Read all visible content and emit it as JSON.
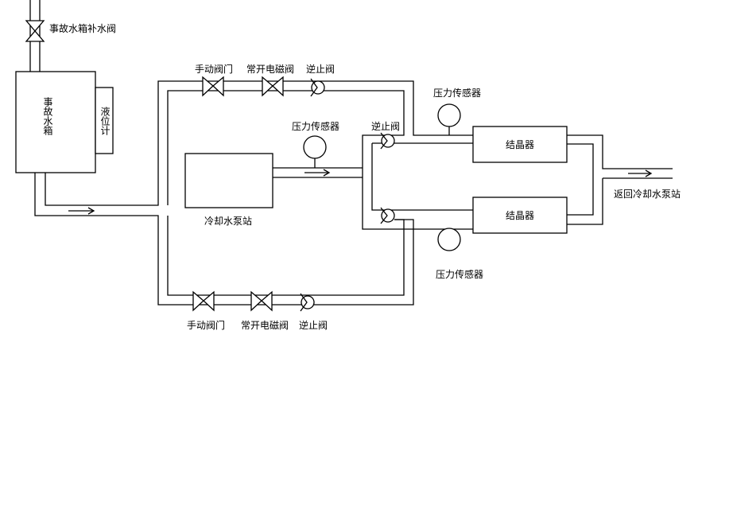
{
  "labels": {
    "makeup_valve": "事故水箱补水阀",
    "tank": "事故水箱",
    "level_gauge": "液位计",
    "manual_valve_top": "手动阀门",
    "solenoid_valve_top": "常开电磁阀",
    "check_valve_top": "逆止阀",
    "pressure_sensor_center": "压力传感器",
    "check_valve_middle": "逆止阀",
    "pressure_sensor_top": "压力传感器",
    "crystallizer_top": "结晶器",
    "crystallizer_bottom": "结晶器",
    "return_pump": "返回冷却水泵站",
    "pump_station": "冷却水泵站",
    "pressure_sensor_bottom": "压力传感器",
    "manual_valve_bottom": "手动阀门",
    "solenoid_valve_bottom": "常开电磁阀",
    "check_valve_bottom": "逆止阀"
  }
}
